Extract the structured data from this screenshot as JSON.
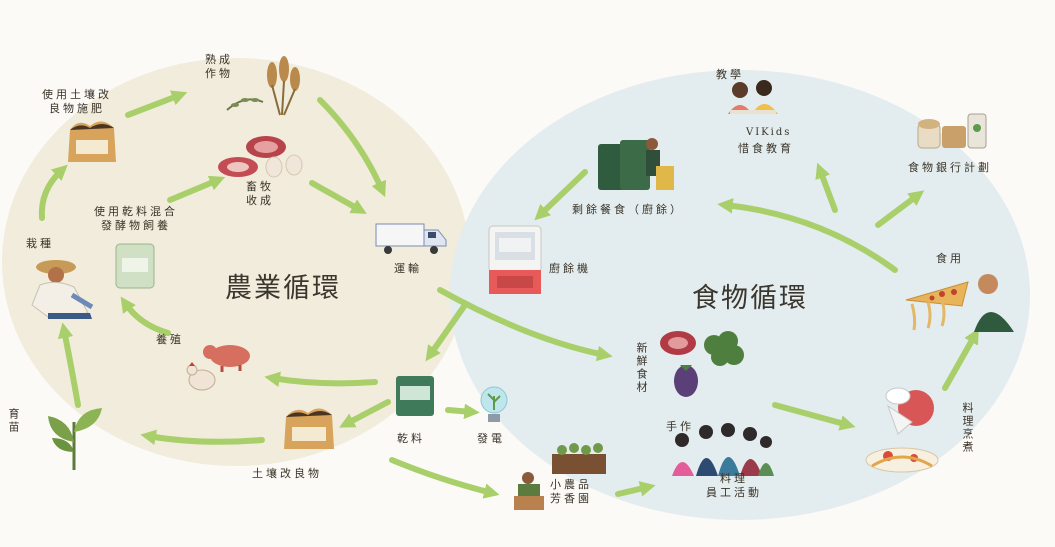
{
  "titles": {
    "agriculture_cycle": "農業循環",
    "food_cycle": "食物循環"
  },
  "nodes": {
    "mature_crops": "熟成\n作物",
    "soil_fertilizer": "使用土壤改\n良物施肥",
    "livestock_harvest": "畜牧\n收成",
    "dry_feed_mix": "使用乾料混合\n發酵物飼養",
    "planting": "栽種",
    "transport": "運輸",
    "raising": "養殖",
    "seedlings": "育苗",
    "soil_amendment": "土壤改良物",
    "dry_material": "乾料",
    "power_gen": "發電",
    "small_farm": "小農品\n芳香園",
    "teaching": "教學",
    "vikids": "VIKids",
    "food_education": "惜食教育",
    "food_bank": "食物銀行計劃",
    "leftovers": "剩餘餐食（廚餘）",
    "food_waste_machine": "廚餘機",
    "eating": "食用",
    "fresh_ingredients": "新鮮食材",
    "handmade": "手作",
    "staff_cooking": "料理\n員工活動",
    "cooking": "料理烹煮"
  },
  "icons": {
    "wheat": "wheat-icon",
    "soil_bag": "soil-bag-icon",
    "meat_eggs": "meat-eggs-icon",
    "feed_bag": "feed-bag-icon",
    "farmer": "farmer-icon",
    "truck": "truck-icon",
    "pig_chicken": "pig-chicken-icon",
    "seedling": "seedling-icon",
    "bulb": "lightbulb-icon",
    "farm_box": "farm-box-icon",
    "children": "children-icon",
    "food_bank_jars": "jars-icon",
    "waste_worker": "waste-bins-icon",
    "machine": "food-waste-machine-icon",
    "pizza_man": "pizza-eater-icon",
    "vegetables": "vegetables-icon",
    "staff_group": "staff-group-icon",
    "chef": "chef-icon"
  },
  "colors": {
    "arrow": "#a9cf6b",
    "agriculture_background": "#f1ecdc",
    "food_background": "#e3ecee"
  }
}
